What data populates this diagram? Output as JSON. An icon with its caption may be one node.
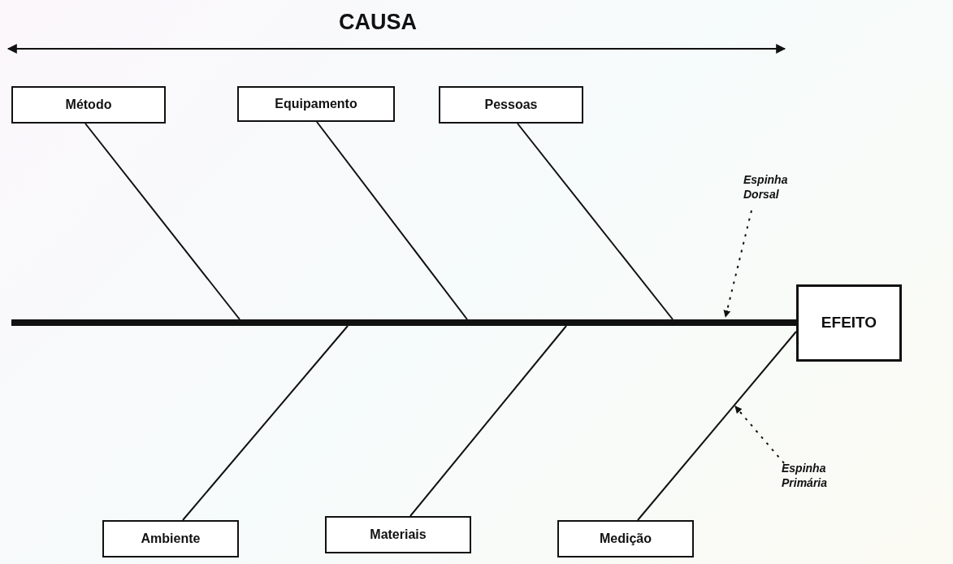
{
  "diagram": {
    "title": "CAUSA",
    "nodes": [
      {
        "text": [
          "Método"
        ]
      },
      {
        "text": [
          "Equipamento"
        ]
      },
      {
        "text": [
          "Pessoas"
        ]
      },
      {
        "text": [
          "Espinha Dorsal"
        ]
      },
      {
        "text": [],
        "shape": "bar"
      },
      {
        "text": [
          "EFEITO"
        ]
      },
      {
        "text": [
          "Espinha Primária"
        ]
      },
      {
        "text": [
          "Ambiente"
        ]
      },
      {
        "text": [
          "Materiais"
        ]
      },
      {
        "text": [
          "Medição"
        ]
      }
    ],
    "edges": [
      {
        "from": 0,
        "to": 4,
        "arrow": "none"
      },
      {
        "from": 1,
        "to": 4,
        "arrow": "none"
      },
      {
        "from": 2,
        "to": 4,
        "arrow": "none"
      },
      {
        "from": 3,
        "to": 4,
        "arrow": "to",
        "style": "dashed"
      },
      {
        "from": 7,
        "to": 4,
        "arrow": "none"
      },
      {
        "from": 8,
        "to": 4,
        "arrow": "none"
      },
      {
        "from": 9,
        "to": 5,
        "arrow": "none"
      },
      {
        "from": 6,
        "to": null,
        "arrow": "to",
        "style": "dashed"
      }
    ]
  }
}
